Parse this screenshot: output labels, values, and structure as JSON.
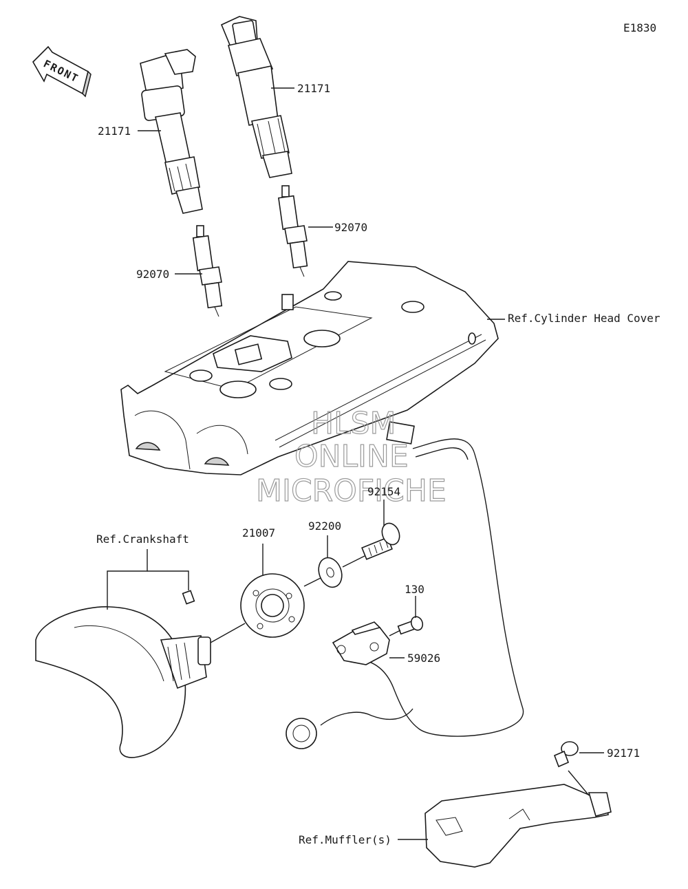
{
  "diagram_code": "E1830",
  "front_arrow": "FRONT",
  "watermark": [
    "HLSM",
    "ONLINE",
    "MICROFICHE"
  ],
  "labels": {
    "coil_left": "21171",
    "coil_right": "21171",
    "plug_left": "92070",
    "plug_right": "92070",
    "head_cover": "Ref.Cylinder Head Cover",
    "crankshaft": "Ref.Crankshaft",
    "rotor": "21007",
    "washer": "92200",
    "bolt": "92154",
    "screw": "130",
    "sensor": "59026",
    "clamp": "92171",
    "muffler": "Ref.Muffler(s)"
  }
}
